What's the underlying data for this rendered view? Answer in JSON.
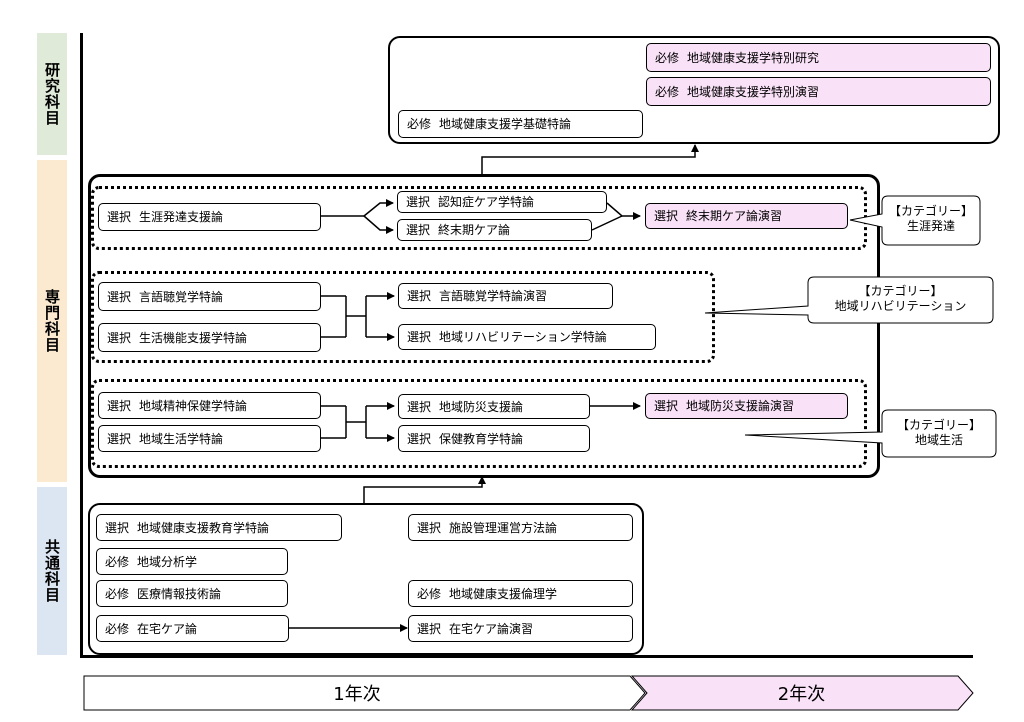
{
  "bands": [
    {
      "id": "research",
      "label": "研究科目",
      "color": "#dfead8"
    },
    {
      "id": "specialized",
      "label": "専門科目",
      "color": "#fcead0"
    },
    {
      "id": "common",
      "label": "共通科目",
      "color": "#dce5f2"
    }
  ],
  "courses": {
    "research_basic": {
      "kind": "必修",
      "name": "地域健康支援学基礎特論"
    },
    "research_study": {
      "kind": "必修",
      "name": "地域健康支援学特別研究"
    },
    "research_seminar": {
      "kind": "必修",
      "name": "地域健康支援学特別演習"
    },
    "ld_support": {
      "kind": "選択",
      "name": "生涯発達支援論"
    },
    "ld_dementia": {
      "kind": "選択",
      "name": "認知症ケア学特論"
    },
    "ld_endcare": {
      "kind": "選択",
      "name": "終末期ケア論"
    },
    "ld_endcare_seminar": {
      "kind": "選択",
      "name": "終末期ケア論演習"
    },
    "rh_speech": {
      "kind": "選択",
      "name": "言語聴覚学特論"
    },
    "rh_function": {
      "kind": "選択",
      "name": "生活機能支援学特論"
    },
    "rh_speech_seminar": {
      "kind": "選択",
      "name": "言語聴覚学特論演習"
    },
    "rh_rehab": {
      "kind": "選択",
      "name": "地域リハビリテーション学特論"
    },
    "cl_mental": {
      "kind": "選択",
      "name": "地域精神保健学特論"
    },
    "cl_living": {
      "kind": "選択",
      "name": "地域生活学特論"
    },
    "cl_disaster": {
      "kind": "選択",
      "name": "地域防災支援論"
    },
    "cl_health_edu": {
      "kind": "選択",
      "name": "保健教育学特論"
    },
    "cl_disaster_seminar": {
      "kind": "選択",
      "name": "地域防災支援論演習"
    },
    "cm_edu": {
      "kind": "選択",
      "name": "地域健康支援教育学特論"
    },
    "cm_analysis": {
      "kind": "必修",
      "name": "地域分析学"
    },
    "cm_medinfo": {
      "kind": "必修",
      "name": "医療情報技術論"
    },
    "cm_homecare": {
      "kind": "必修",
      "name": "在宅ケア論"
    },
    "cm_facility": {
      "kind": "選択",
      "name": "施設管理運営方法論"
    },
    "cm_ethics": {
      "kind": "必修",
      "name": "地域健康支援倫理学"
    },
    "cm_homecare_seminar": {
      "kind": "選択",
      "name": "在宅ケア論演習"
    }
  },
  "categories": {
    "lifelong": {
      "line1": "【カテゴリー】",
      "line2": "生涯発達"
    },
    "rehab": {
      "line1": "【カテゴリー】",
      "line2": "地域リハビリテーション"
    },
    "community": {
      "line1": "【カテゴリー】",
      "line2": "地域生活"
    }
  },
  "years": {
    "year1": "1年次",
    "year2": "2年次"
  },
  "colors": {
    "required_highlight": "#f9e1f7",
    "year2_fill": "#f9e1f7"
  }
}
